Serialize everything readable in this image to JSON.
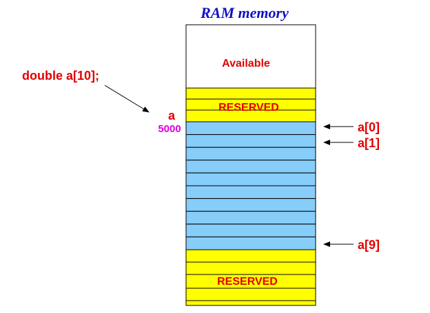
{
  "title": "RAM memory",
  "declaration": "double a[10];",
  "variable": {
    "name": "a",
    "address": "5000"
  },
  "memory": {
    "available_label": "Available",
    "reserved_top_label": "RESERVED",
    "reserved_bottom_label": "RESERVED",
    "array_cells": 10
  },
  "labels": {
    "first": "a[0]",
    "second": "a[1]",
    "last": "a[9]"
  },
  "colors": {
    "text": "#e00000",
    "title": "#1010c8",
    "address": "#e000e0",
    "reserved": "#ffff00",
    "array": "#87cdfa",
    "available": "#ffffff",
    "stroke": "#000000"
  }
}
